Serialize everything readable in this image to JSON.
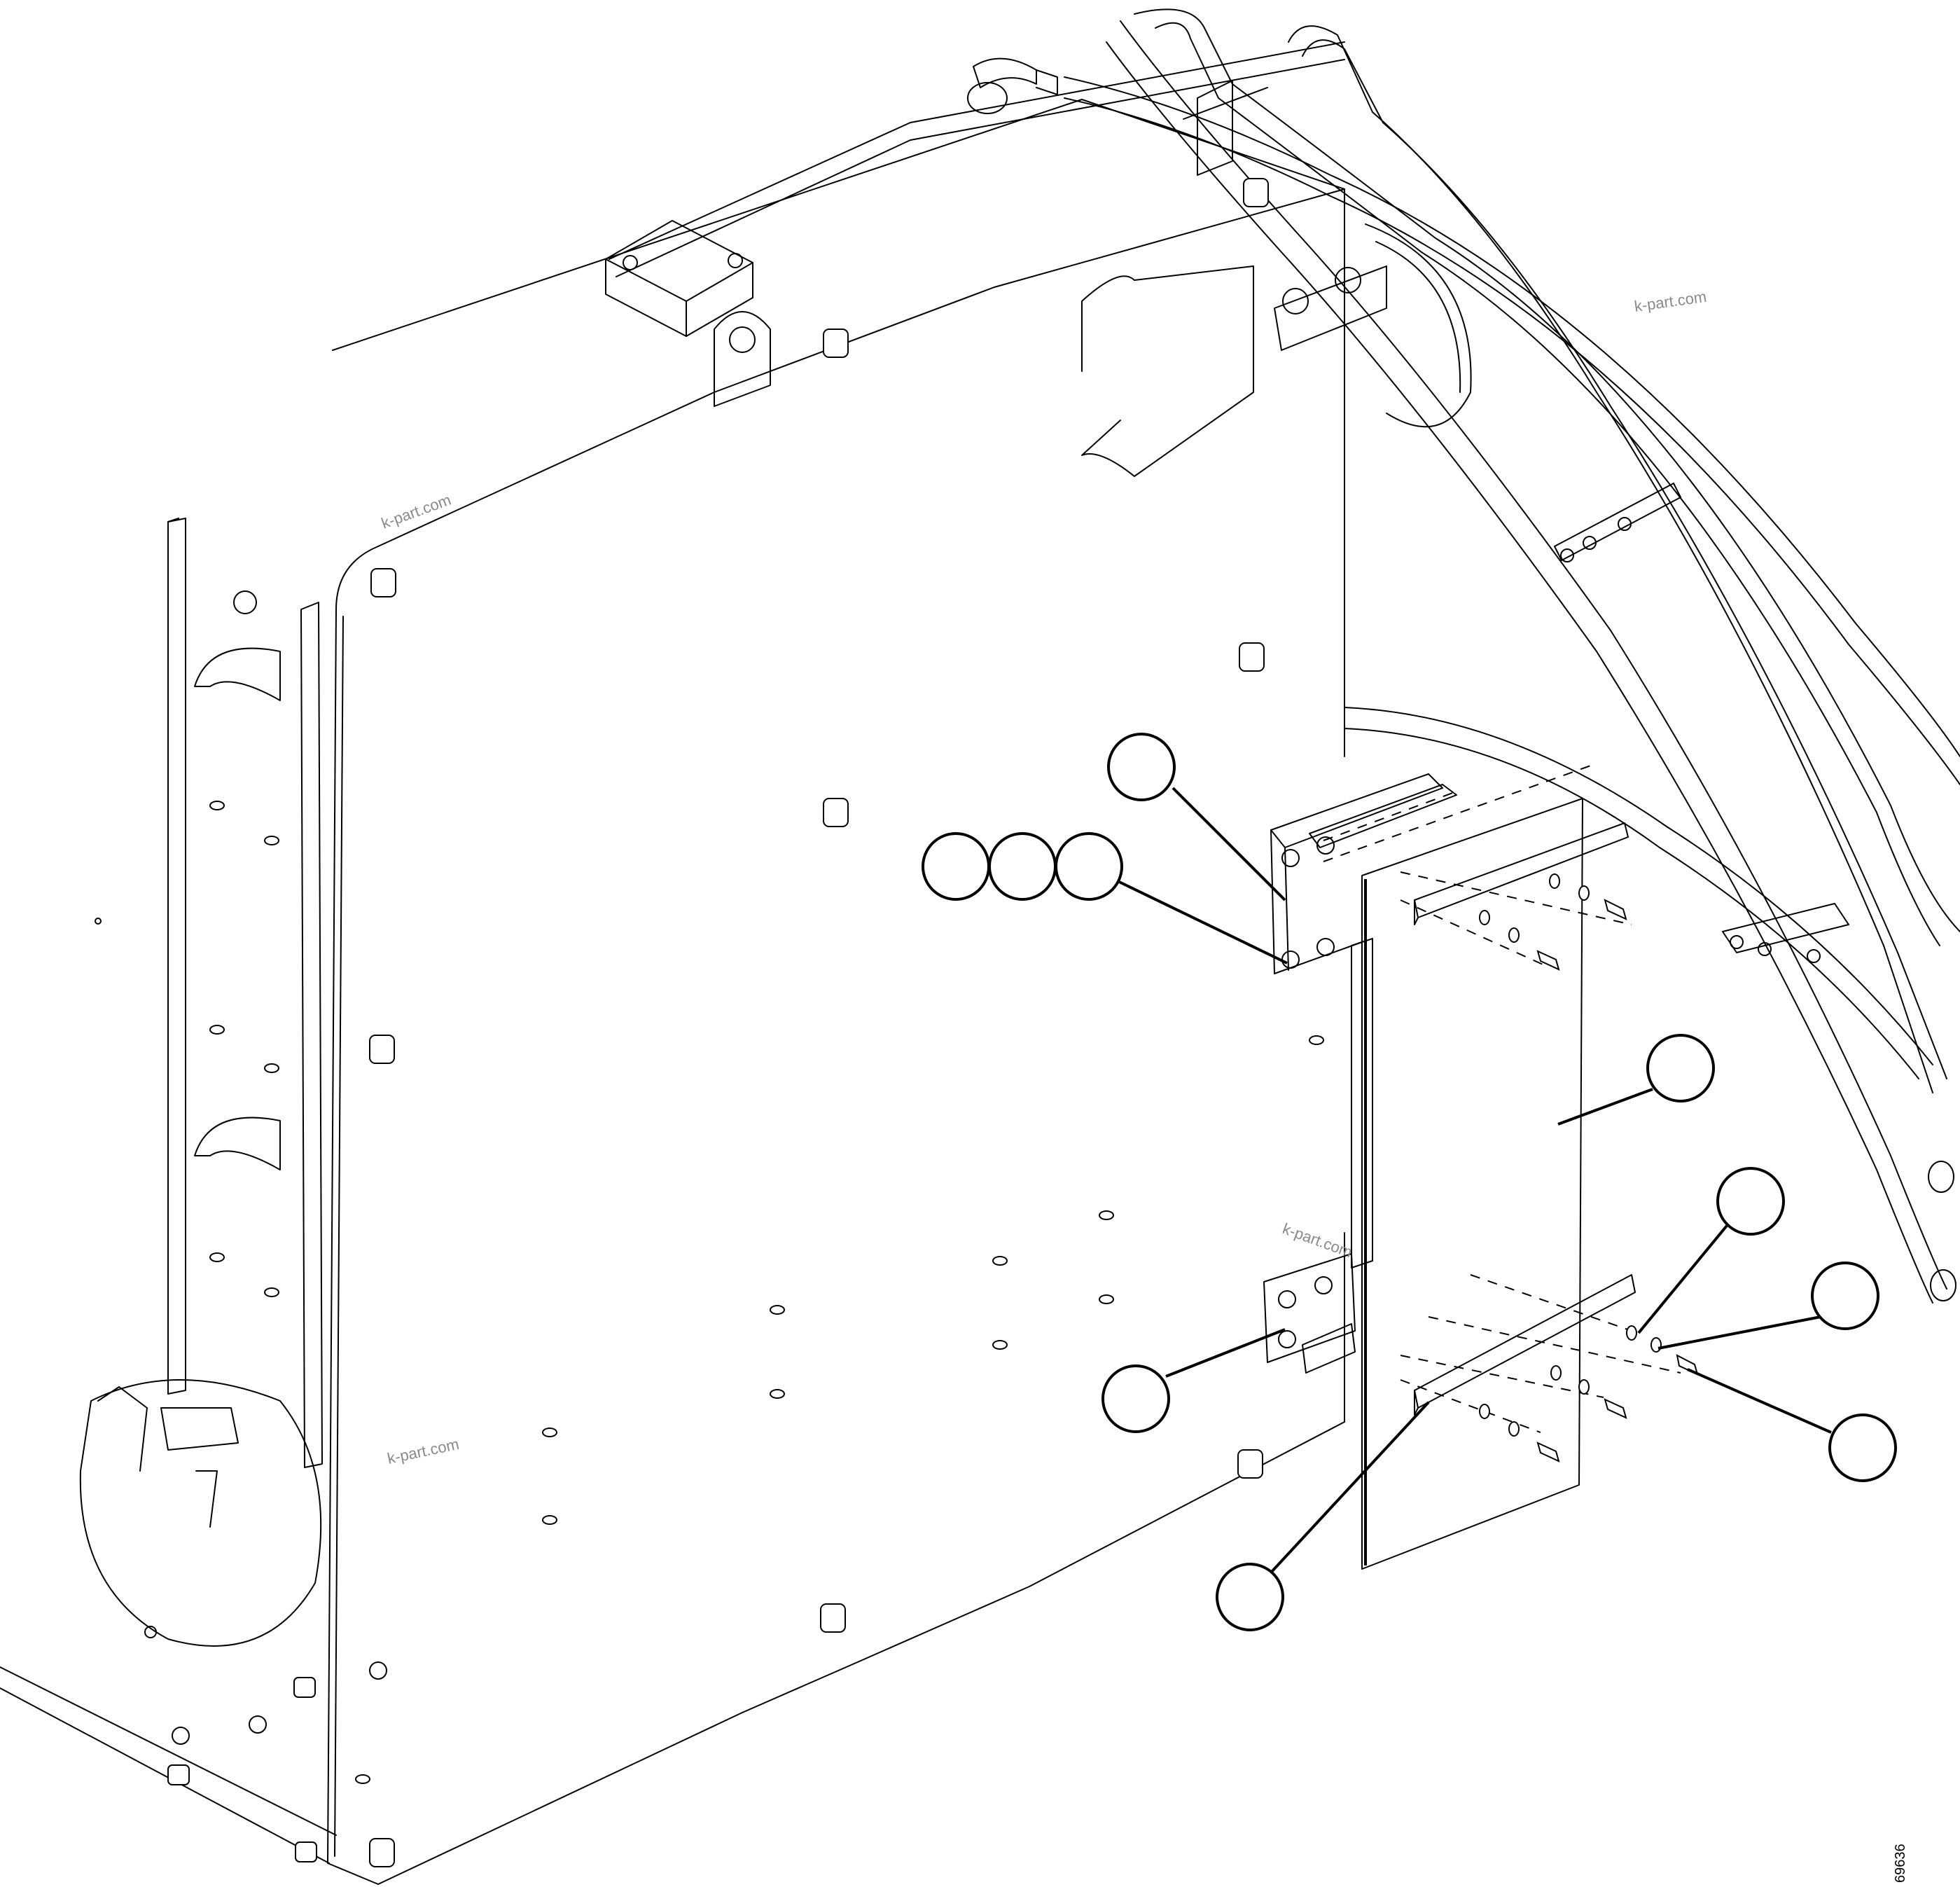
{
  "figure": {
    "drawing_number": "69636",
    "watermarks": [
      "k-part.com",
      "k-part.com",
      "k-part.com",
      "k-part.com"
    ]
  },
  "callouts": [
    {
      "id": "callout-1"
    },
    {
      "id": "callout-2"
    },
    {
      "id": "callout-3"
    },
    {
      "id": "callout-4"
    },
    {
      "id": "callout-5"
    },
    {
      "id": "callout-6"
    },
    {
      "id": "callout-7"
    },
    {
      "id": "callout-8"
    },
    {
      "id": "callout-9"
    },
    {
      "id": "callout-10"
    }
  ]
}
